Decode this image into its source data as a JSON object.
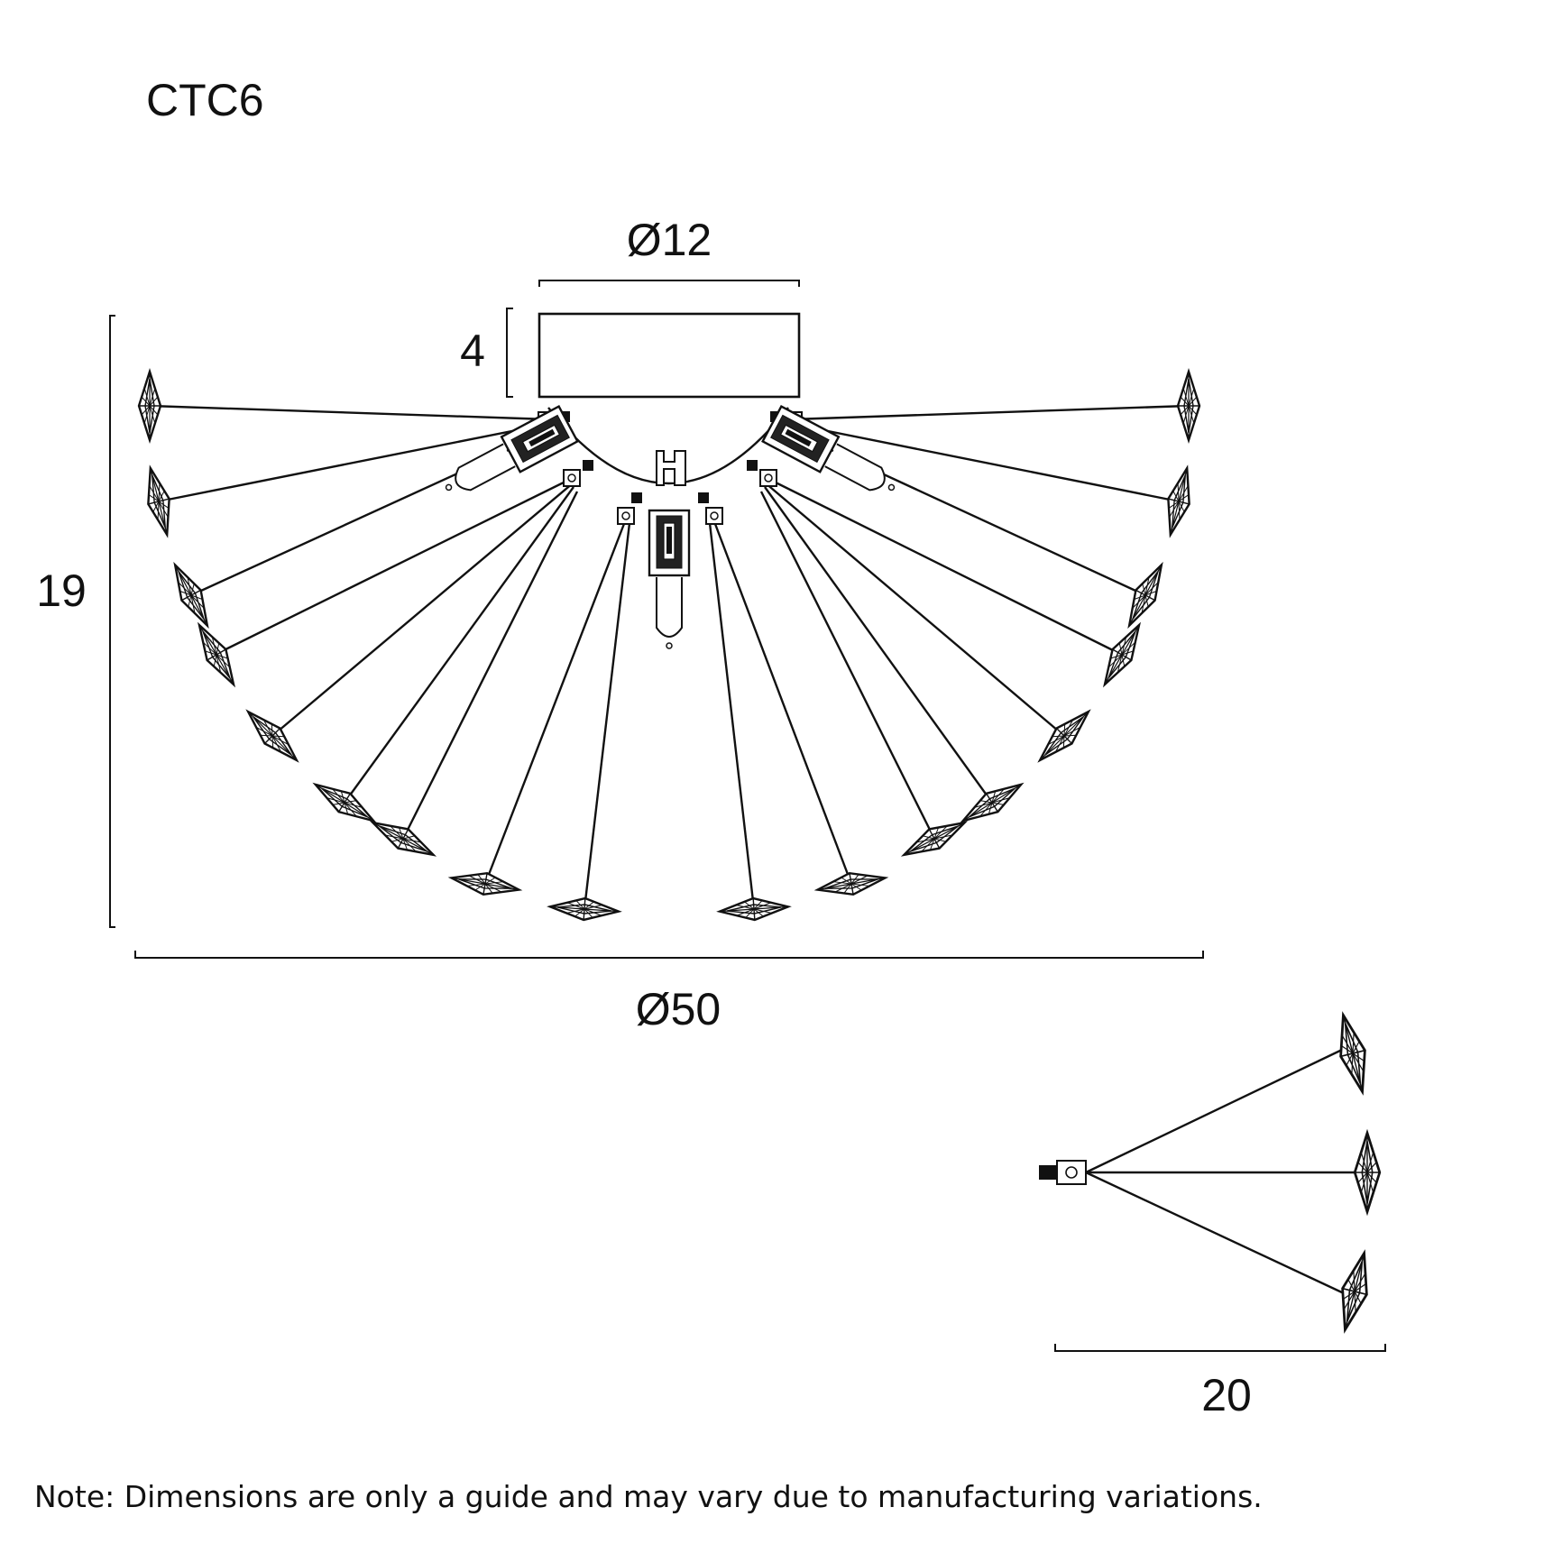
{
  "model": "CTC6",
  "dimensions": {
    "canopy_diameter": "Ø12",
    "canopy_height": "4",
    "overall_height": "19",
    "overall_diameter": "Ø50",
    "arm_length": "20"
  },
  "note": "Note: Dimensions are only a guide and may vary due to manufacturing variations.",
  "colors": {
    "line": "#111111",
    "background": "#ffffff"
  }
}
